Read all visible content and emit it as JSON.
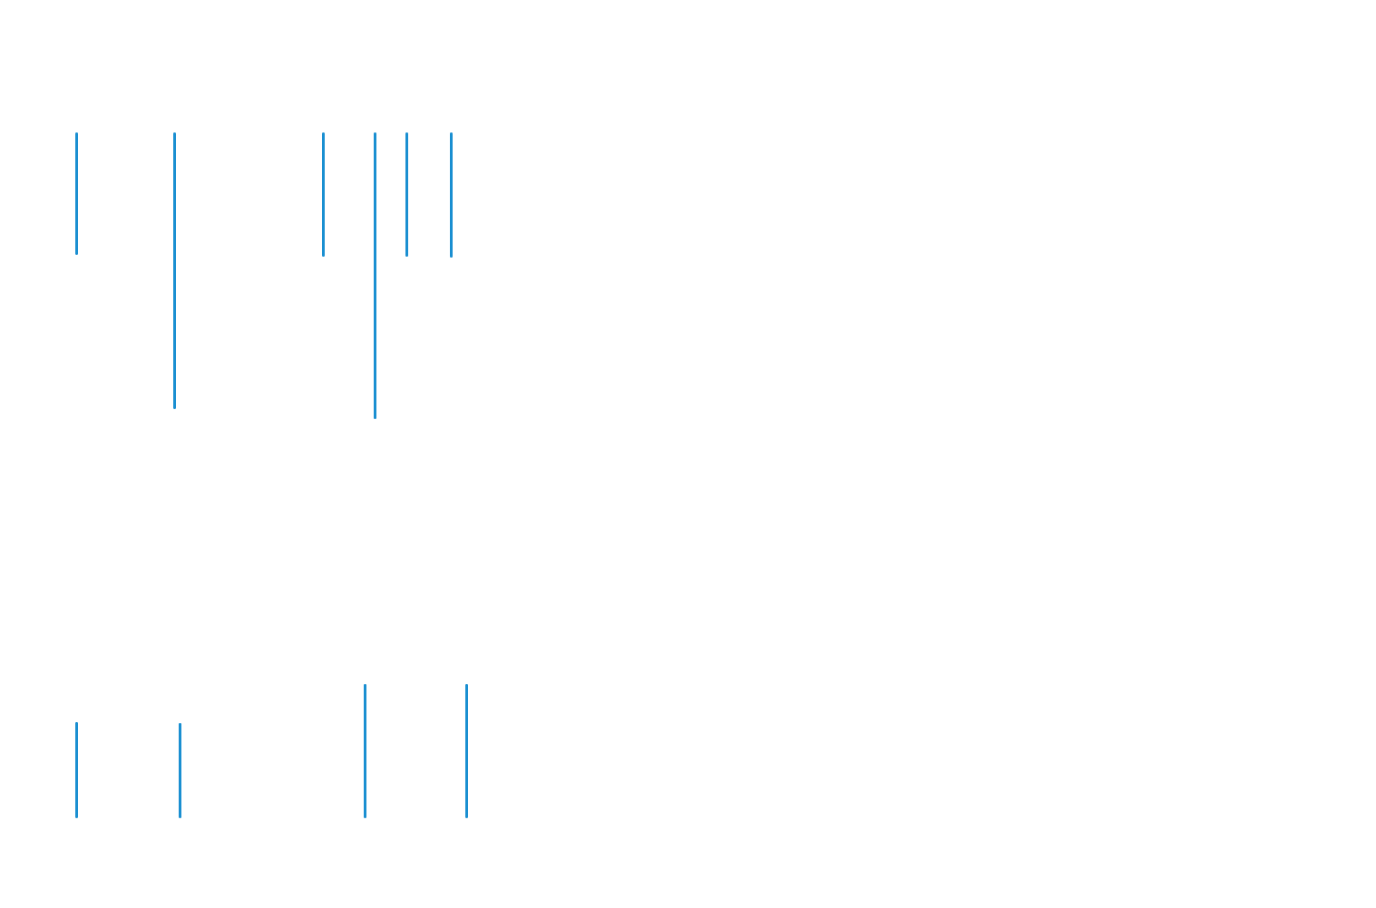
{
  "page": {
    "background": "#ffffff",
    "line_color": "#1a8fd1"
  },
  "groups": [
    {
      "name": "top-group",
      "line_count": 6
    },
    {
      "name": "bottom-group",
      "line_count": 4
    }
  ]
}
